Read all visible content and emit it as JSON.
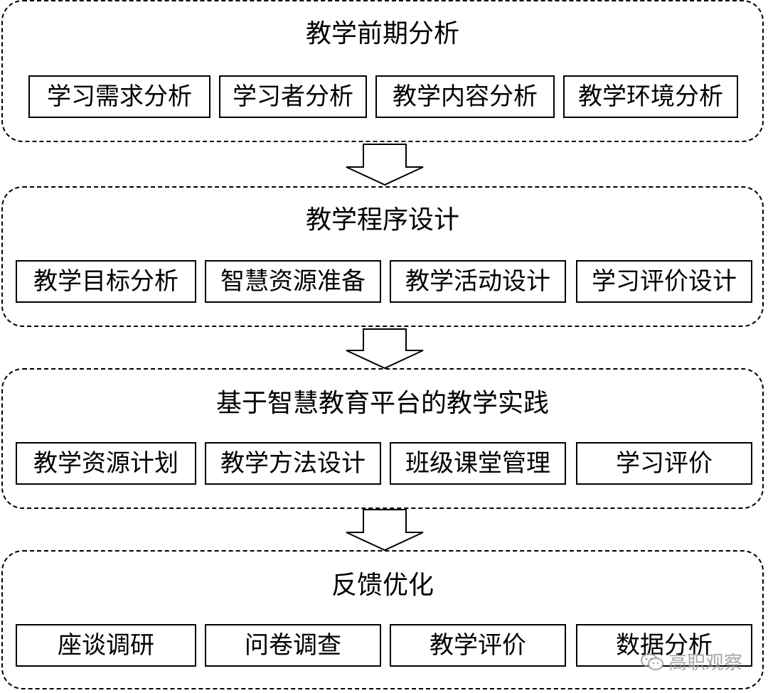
{
  "stages": [
    {
      "title": "教学前期分析",
      "items": [
        "学习需求分析",
        "学习者分析",
        "教学内容分析",
        "教学环境分析"
      ]
    },
    {
      "title": "教学程序设计",
      "items": [
        "教学目标分析",
        "智慧资源准备",
        "教学活动设计",
        "学习评价设计"
      ]
    },
    {
      "title": "基于智慧教育平台的教学实践",
      "items": [
        "教学资源计划",
        "教学方法设计",
        "班级课堂管理",
        "学习评价"
      ]
    },
    {
      "title": "反馈优化",
      "items": [
        "座谈调研",
        "问卷调查",
        "教学评价",
        "数据分析"
      ]
    }
  ],
  "watermark": {
    "text": "高职观察",
    "icon": "wechat-icon"
  }
}
